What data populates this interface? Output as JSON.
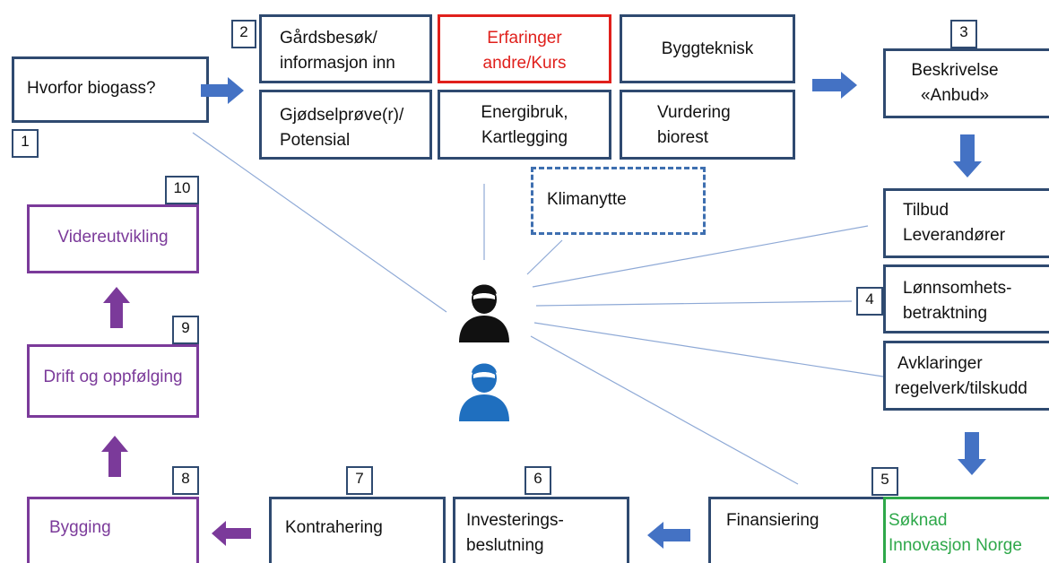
{
  "diagram": {
    "steps": {
      "s1": {
        "number": "1",
        "label": "Hvorfor biogass?"
      },
      "s2": {
        "number": "2",
        "gardsbesok_l1": "Gårdsbesøk/",
        "gardsbesok_l2": "informasjon inn",
        "erfaringer_l1": "Erfaringer",
        "erfaringer_l2": "andre/Kurs",
        "byggteknisk": "Byggteknisk",
        "gjodsel_l1": "Gjødselprøve(r)/",
        "gjodsel_l2": "Potensial",
        "energi_l1": "Energibruk,",
        "energi_l2": "Kartlegging",
        "vurdering_l1": "Vurdering",
        "vurdering_l2": "biorest"
      },
      "s3": {
        "number": "3",
        "label_l1": "Beskrivelse",
        "label_l2": "«Anbud»"
      },
      "klimanytte": "Klimanytte",
      "tilbud": {
        "label_l1": "Tilbud",
        "label_l2": "Leverandører"
      },
      "s4": {
        "number": "4",
        "label_l1": "Lønnsomhets-",
        "label_l2": "betraktning"
      },
      "avklaringer": {
        "label_l1": "Avklaringer",
        "label_l2": "regelverk/tilskudd"
      },
      "s5": {
        "number": "5",
        "finansiering": "Finansiering",
        "soknad_l1": "Søknad",
        "soknad_l2": "Innovasjon Norge"
      },
      "s6": {
        "number": "6",
        "label_l1": "Investerings-",
        "label_l2": "beslutning"
      },
      "s7": {
        "number": "7",
        "label": "Kontrahering"
      },
      "s8": {
        "number": "8",
        "label": "Bygging"
      },
      "s9": {
        "number": "9",
        "label": "Drift og oppfølging"
      },
      "s10": {
        "number": "10",
        "label": "Videreutvikling"
      }
    },
    "colors": {
      "box_border": "#2f4a70",
      "arrow_blue": "#4472c4",
      "arrow_purple": "#7b3a9a",
      "highlight_red": "#e0201c",
      "text_purple": "#7b3a9a",
      "text_green": "#2ea84a",
      "connector_line": "#8ea9d6",
      "person_black": "#111111",
      "person_blue": "#1f6fbf"
    },
    "icons": [
      "person-black-icon",
      "person-blue-icon",
      "arrow-right-icon",
      "arrow-down-icon",
      "arrow-left-icon",
      "arrow-up-icon"
    ]
  }
}
